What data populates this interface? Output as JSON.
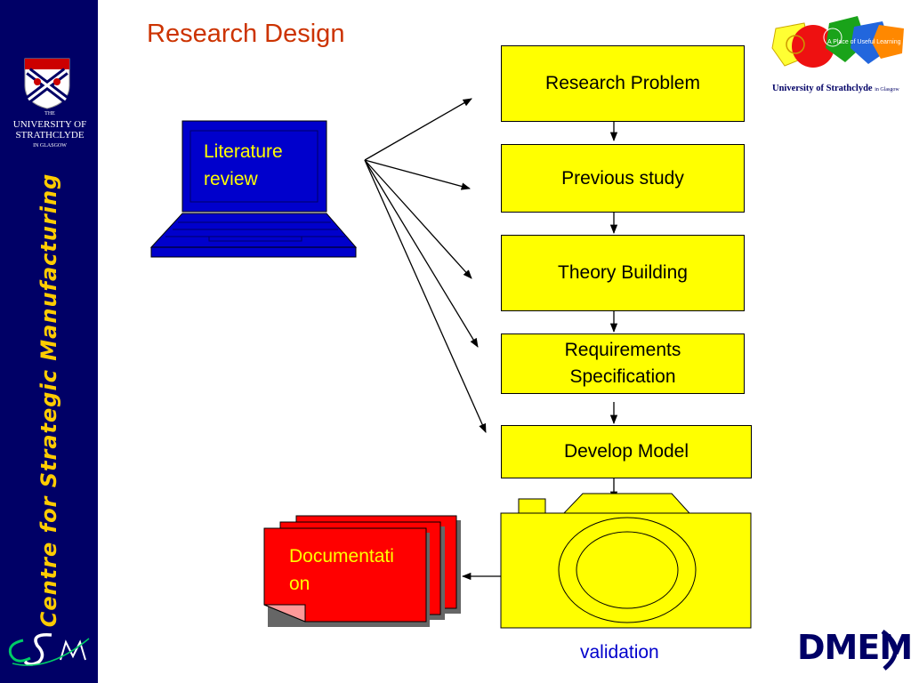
{
  "sidebar": {
    "title": "Centre for Strategic Manufacturing",
    "university_lines": [
      "THE",
      "UNIVERSITY OF",
      "STRATHCLYDE",
      "IN GLASGOW"
    ],
    "csm_logo": "CSM"
  },
  "slide": {
    "title": "Research Design"
  },
  "flow_steps": [
    "Research Problem",
    "Previous study",
    "Theory Building",
    "Requirements Specification",
    "Develop Model"
  ],
  "laptop": {
    "label": "Literature review"
  },
  "documents": {
    "label": "Documentation"
  },
  "camera": {
    "caption": "validation"
  },
  "logos": {
    "strathclyde_name": "University of Strathclyde",
    "strathclyde_subtitle": "in Glasgow",
    "strathclyde_tagline": "A Place of Useful Learning",
    "dmem": "DMEM"
  },
  "colors": {
    "sidebar": "#000066",
    "accent_yellow": "#ffff00",
    "title_red": "#cc3300",
    "laptop_blue": "#0000cc",
    "doc_red": "#ff0000"
  }
}
